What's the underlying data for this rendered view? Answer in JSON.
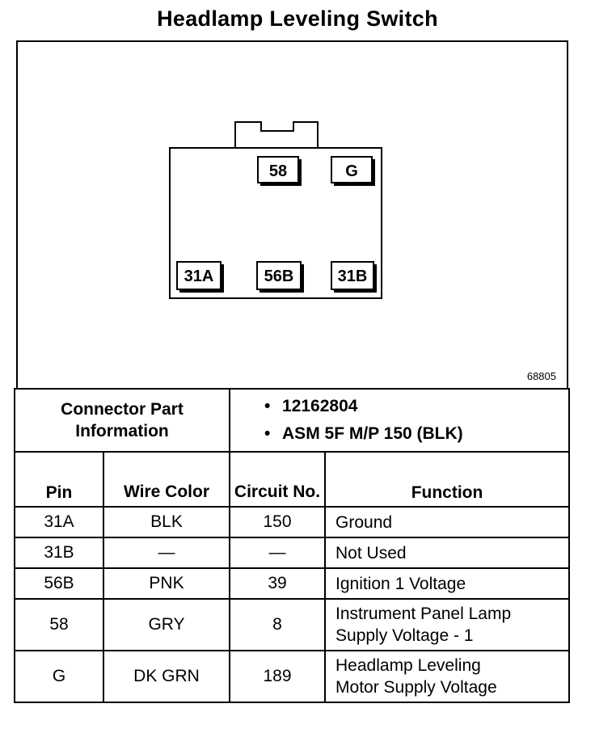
{
  "title": "Headlamp Leveling Switch",
  "diagram": {
    "pins": {
      "p58": "58",
      "pG": "G",
      "p31A": "31A",
      "p56B": "56B",
      "p31B": "31B"
    },
    "ref_number": "68805"
  },
  "connector_info": {
    "label": "Connector Part Information",
    "parts": [
      "12162804",
      "ASM 5F M/P 150 (BLK)"
    ],
    "bullet": "•"
  },
  "table": {
    "headers": {
      "pin": "Pin",
      "wire_color": "Wire Color",
      "circuit_no": "Circuit No.",
      "function": "Function"
    },
    "rows": [
      {
        "pin": "31A",
        "wire": "BLK",
        "circuit": "150",
        "function_l1": "Ground",
        "function_l2": ""
      },
      {
        "pin": "31B",
        "wire": "—",
        "circuit": "—",
        "function_l1": "Not Used",
        "function_l2": ""
      },
      {
        "pin": "56B",
        "wire": "PNK",
        "circuit": "39",
        "function_l1": "Ignition 1 Voltage",
        "function_l2": ""
      },
      {
        "pin": "58",
        "wire": "GRY",
        "circuit": "8",
        "function_l1": "Instrument Panel Lamp",
        "function_l2": "Supply Voltage - 1"
      },
      {
        "pin": "G",
        "wire": "DK GRN",
        "circuit": "189",
        "function_l1": "Headlamp Leveling",
        "function_l2": "Motor Supply Voltage"
      }
    ]
  }
}
